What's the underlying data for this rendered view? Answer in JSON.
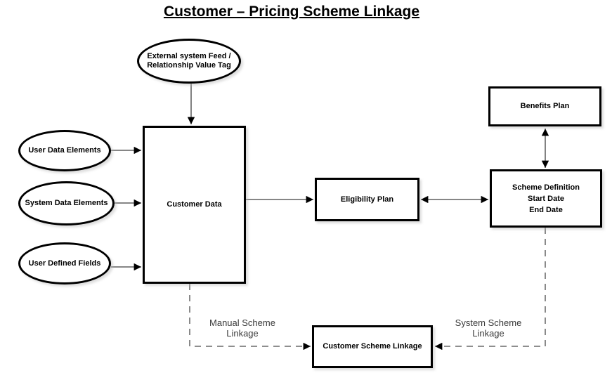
{
  "title": "Customer – Pricing Scheme Linkage",
  "ellipses": {
    "external_feed": {
      "label_lines": [
        "External system Feed /",
        "Relationship Value Tag"
      ]
    },
    "user_data_elements": {
      "label": "User Data Elements"
    },
    "system_data_elements": {
      "label": "System Data Elements"
    },
    "user_defined_fields": {
      "label": "User Defined Fields"
    }
  },
  "boxes": {
    "customer_data": {
      "label": "Customer Data"
    },
    "eligibility_plan": {
      "label": "Eligibility Plan"
    },
    "benefits_plan": {
      "label": "Benefits Plan"
    },
    "scheme_definition": {
      "label_lines": [
        "Scheme Definition",
        "Start Date",
        "End Date"
      ]
    },
    "customer_scheme_linkage": {
      "label": "Customer Scheme Linkage"
    }
  },
  "edge_labels": {
    "manual_scheme_linkage": {
      "label_lines": [
        "Manual Scheme",
        "Linkage"
      ]
    },
    "system_scheme_linkage": {
      "label_lines": [
        "System Scheme",
        "Linkage"
      ]
    }
  },
  "colors": {
    "shape_border": "#000000",
    "connector_line": "#3f3f3f",
    "arrowhead": "#000000",
    "edge_label_text": "#3a3a3a",
    "background": "#ffffff",
    "text": "#000000"
  }
}
